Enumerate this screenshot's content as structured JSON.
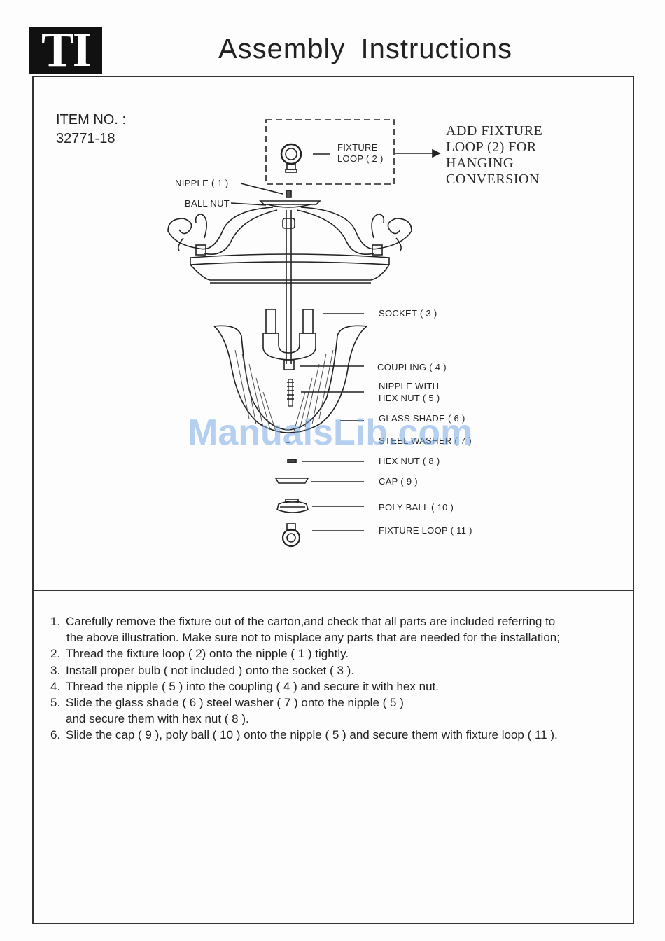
{
  "header": {
    "logo": "TI",
    "title": "Assembly  Instructions"
  },
  "item": {
    "label": "ITEM NO. :",
    "number": "32771-18"
  },
  "note": {
    "lines": [
      "ADD FIXTURE",
      "LOOP (2) FOR",
      "HANGING",
      "CONVERSION"
    ]
  },
  "parts": {
    "fixture_loop_2_line1": "FIXTURE",
    "fixture_loop_2_line2": "LOOP ( 2 )",
    "nipple_1": "NIPPLE ( 1 )",
    "ball_nut": "BALL NUT",
    "socket_3": "SOCKET ( 3 )",
    "coupling_4": "COUPLING ( 4 )",
    "nipple_hex_5_line1": "NIPPLE WITH",
    "nipple_hex_5_line2": "HEX NUT ( 5 )",
    "glass_shade_6": "GLASS SHADE ( 6 )",
    "steel_washer_7": "STEEL WASHER ( 7 )",
    "hex_nut_8": "HEX NUT ( 8 )",
    "cap_9": "CAP ( 9 )",
    "poly_ball_10": "POLY BALL ( 10 )",
    "fixture_loop_11": "FIXTURE LOOP ( 11 )"
  },
  "watermark": "ManualsLib.com",
  "steps": [
    {
      "num": "1.",
      "lines": [
        "Carefully remove the fixture out of the carton,and check that all parts are included referring to",
        "the above illustration. Make sure not to misplace any parts that are needed for the installation;"
      ]
    },
    {
      "num": "2.",
      "lines": [
        "Thread the fixture loop ( 2) onto the nipple ( 1 ) tightly."
      ]
    },
    {
      "num": "3.",
      "lines": [
        "Install proper bulb ( not included ) onto the socket ( 3 )."
      ]
    },
    {
      "num": "4.",
      "lines": [
        "Thread the nipple ( 5 ) into the coupling ( 4 ) and secure it with hex nut."
      ]
    },
    {
      "num": "5.",
      "lines": [
        "Slide the glass shade ( 6 ) steel washer ( 7 ) onto the nipple ( 5 )",
        "and secure them with hex nut ( 8 )."
      ]
    },
    {
      "num": "6.",
      "lines": [
        "Slide the  cap ( 9 ), poly ball ( 10 ) onto the nipple ( 5 ) and secure them with fixture loop ( 11 )."
      ]
    }
  ]
}
